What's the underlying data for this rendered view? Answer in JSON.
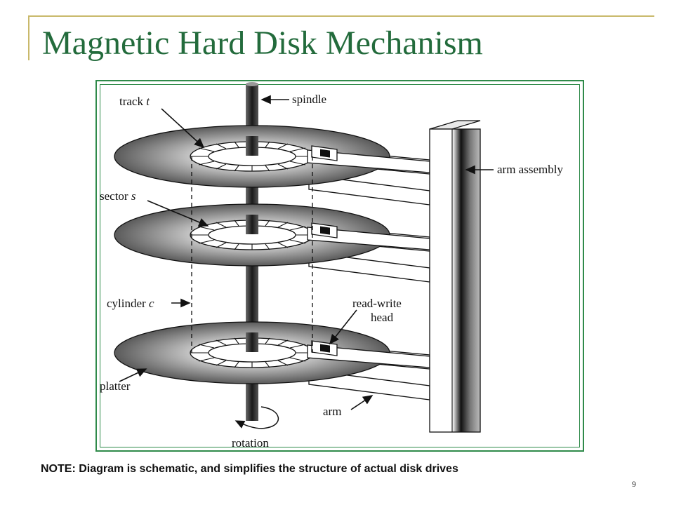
{
  "slide": {
    "title": "Magnetic Hard Disk Mechanism",
    "note": "NOTE: Diagram is schematic, and simplifies the structure of actual disk drives",
    "page_number": "9"
  },
  "diagram": {
    "labels": {
      "track": "track",
      "track_var": "t",
      "spindle": "spindle",
      "sector": "sector",
      "sector_var": "s",
      "arm_assembly": "arm assembly",
      "cylinder": "cylinder",
      "cylinder_var": "c",
      "read_write_1": "read-write",
      "read_write_2": "head",
      "platter": "platter",
      "arm": "arm",
      "rotation": "rotation"
    }
  },
  "colors": {
    "title": "#236b3c",
    "frame": "#2f8a4a",
    "rule": "#c9b96b"
  }
}
